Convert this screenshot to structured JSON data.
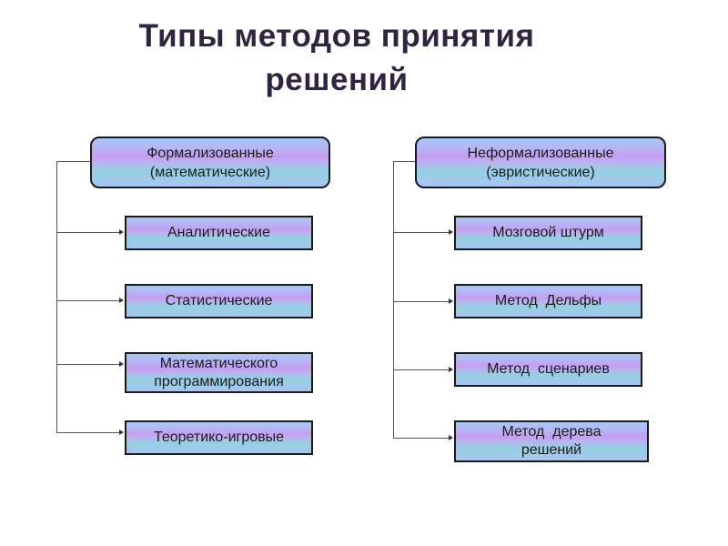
{
  "title": {
    "line1": "Типы методов принятия",
    "line2": "решений"
  },
  "columns": [
    {
      "header": {
        "line1": "Формализованные",
        "line2": "(математические)"
      },
      "items": [
        {
          "line1": "Аналитические",
          "line2": ""
        },
        {
          "line1": "Статистические",
          "line2": ""
        },
        {
          "line1": "Математического",
          "line2": "программирования"
        },
        {
          "line1": "Теоретико-игровые",
          "line2": ""
        }
      ]
    },
    {
      "header": {
        "line1": "Неформализованные",
        "line2": "(эвристические)"
      },
      "items": [
        {
          "line1": "Мозговой штурм",
          "line2": ""
        },
        {
          "line1": "Метод  Дельфы",
          "line2": ""
        },
        {
          "line1": "Метод  сценариев",
          "line2": ""
        },
        {
          "line1": "Метод  дерева",
          "line2": "решений"
        }
      ]
    }
  ],
  "colors": {
    "title": "#2e2640",
    "box_border": "#1a1a1a",
    "gradient_blue": "#a9c6f7",
    "gradient_purple": "#c79cf2",
    "gradient_cyan": "#94d0e0",
    "connector": "#555555"
  }
}
